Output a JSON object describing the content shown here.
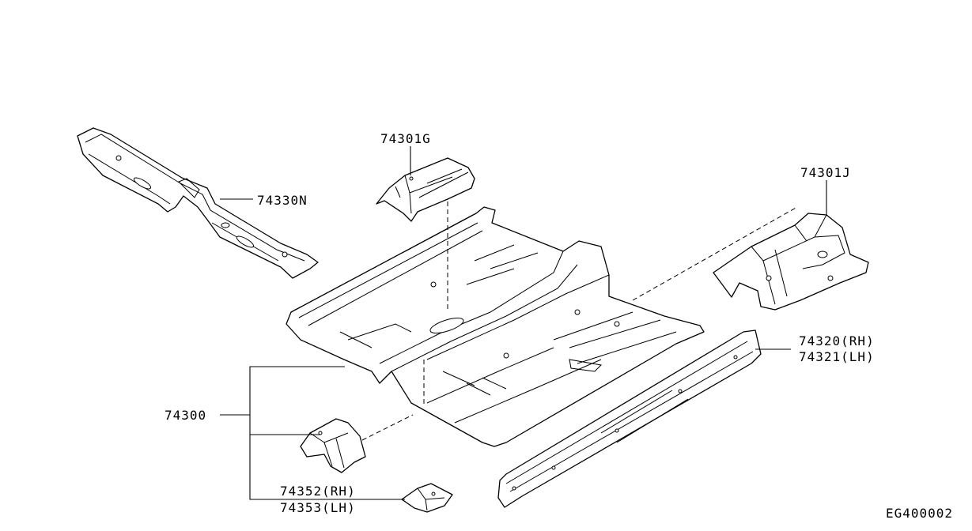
{
  "labels": {
    "p74330N": "74330N",
    "p74301G": "74301G",
    "p74301J": "74301J",
    "p74320": "74320(RH)",
    "p74321": "74321(LH)",
    "p74300": "74300",
    "p74352": "74352(RH)",
    "p74353": "74353(LH)"
  },
  "diagram_code": "EG400002"
}
